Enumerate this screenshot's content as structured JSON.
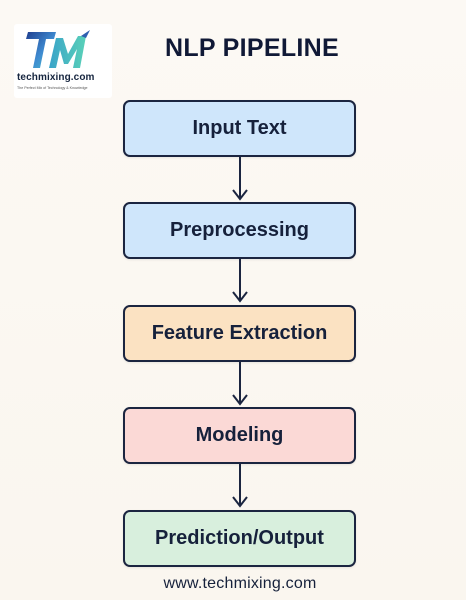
{
  "title": "NLP PIPELINE",
  "logo": {
    "mark_text": "TM",
    "name": "techmixing.com",
    "tagline": "The Perfect Mix of Technology & Knowledge"
  },
  "stages": [
    {
      "label": "Input Text",
      "color": "#cfe6fb"
    },
    {
      "label": "Preprocessing",
      "color": "#cfe6fb"
    },
    {
      "label": "Feature Extraction",
      "color": "#fbe2c2"
    },
    {
      "label": "Modeling",
      "color": "#fbd9d6"
    },
    {
      "label": "Prediction/Output",
      "color": "#d8efdd"
    }
  ],
  "arrow_color": "#1b2540",
  "footer": {
    "url": "www.techmixing.com"
  }
}
